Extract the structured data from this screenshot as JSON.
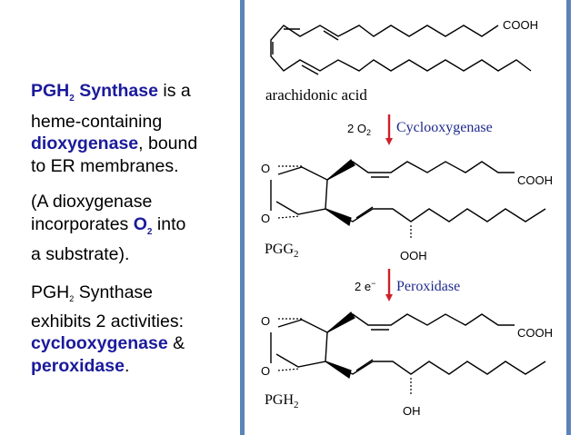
{
  "left": {
    "p1": {
      "pgh": "PGH",
      "sub": "2",
      "synthase": " Synthase",
      "is_a": " is a",
      "line2": "heme-containing",
      "dioxygenase": "dioxygenase",
      "bound": ", bound",
      "line4": " to ER membranes."
    },
    "p2": {
      "line1": "(A dioxygenase",
      "incorporates": "incorporates ",
      "o": "O",
      "o_sub": "2",
      "into": " into",
      "line3": " a substrate)."
    },
    "p3": {
      "pgh": "PGH",
      "sub": "2",
      "synthase": " Synthase",
      "line2": "exhibits 2 activities:",
      "cyclooxygenase": "cyclooxygenase",
      "amp": " &",
      "peroxidase": "peroxidase",
      "period": "."
    }
  },
  "diagram": {
    "arachidonic": {
      "name": "arachidonic acid",
      "cooh": "COOH"
    },
    "step1": {
      "reagent": "2 O",
      "reagent_sub": "2",
      "enzyme": "Cyclooxygenase"
    },
    "pgg2": {
      "name": "PGG",
      "name_sub": "2",
      "cooh": "COOH",
      "ring_o_top": "O",
      "ring_o_bottom": "O",
      "ooh": "OOH"
    },
    "step2": {
      "reagent": "2 e",
      "reagent_sup": "−",
      "enzyme": "Peroxidase"
    },
    "pgh2": {
      "name": "PGH",
      "name_sub": "2",
      "cooh": "COOH",
      "ring_o_top": "O",
      "ring_o_bottom": "O",
      "oh": "OH"
    }
  },
  "colors": {
    "blue_text": "#1a1a9c",
    "arrow": "#d0202a",
    "enzyme": "#1f2a8c",
    "border": "#5b84b8"
  }
}
